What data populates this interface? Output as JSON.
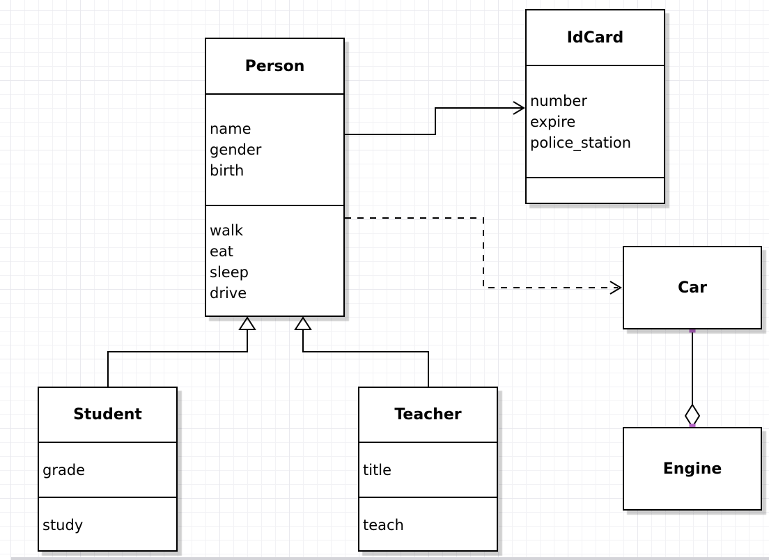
{
  "diagram": {
    "type": "uml-class-diagram",
    "classes": {
      "person": {
        "title": "Person",
        "attributes": [
          "name",
          "gender",
          "birth"
        ],
        "methods": [
          "walk",
          "eat",
          "sleep",
          "drive"
        ]
      },
      "idcard": {
        "title": "IdCard",
        "attributes": [
          "number",
          "expire",
          "police_station"
        ],
        "methods": []
      },
      "car": {
        "title": "Car",
        "attributes": [],
        "methods": []
      },
      "engine": {
        "title": "Engine",
        "attributes": [],
        "methods": []
      },
      "student": {
        "title": "Student",
        "attributes": [
          "grade"
        ],
        "methods": [
          "study"
        ]
      },
      "teacher": {
        "title": "Teacher",
        "attributes": [
          "title"
        ],
        "methods": [
          "teach"
        ]
      }
    },
    "relationships": [
      {
        "from": "Person",
        "to": "IdCard",
        "type": "association",
        "line": "solid",
        "arrow": "open"
      },
      {
        "from": "Person",
        "to": "Car",
        "type": "dependency",
        "line": "dashed",
        "arrow": "open"
      },
      {
        "from": "Student",
        "to": "Person",
        "type": "generalization",
        "line": "solid",
        "arrow": "hollow-triangle"
      },
      {
        "from": "Teacher",
        "to": "Person",
        "type": "generalization",
        "line": "solid",
        "arrow": "hollow-triangle"
      },
      {
        "from": "Car",
        "to": "Engine",
        "type": "aggregation",
        "line": "solid",
        "arrow": "hollow-diamond"
      }
    ],
    "colors": {
      "stroke": "#000000",
      "box_fill": "#ffffff",
      "endpoint_marker": "#b566c6",
      "grid_line": "#f2f2f5",
      "shadow": "#c9c9c9"
    }
  }
}
